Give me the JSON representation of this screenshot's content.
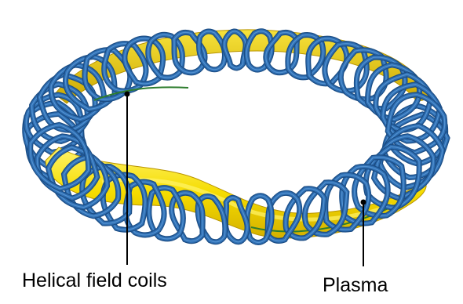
{
  "labels": {
    "coils": "Helical field coils",
    "plasma": "Plasma"
  },
  "colors": {
    "plasma_fill": "#f5dc00",
    "plasma_shade": "#d4b000",
    "plasma_highlight": "#fff36a",
    "coil_fill": "#2f6fb3",
    "coil_edge": "#1b4d85",
    "coil_highlight": "#5d9bd8",
    "field_line": "#2e7d2e",
    "leader": "#000000"
  },
  "coil_count": 48
}
